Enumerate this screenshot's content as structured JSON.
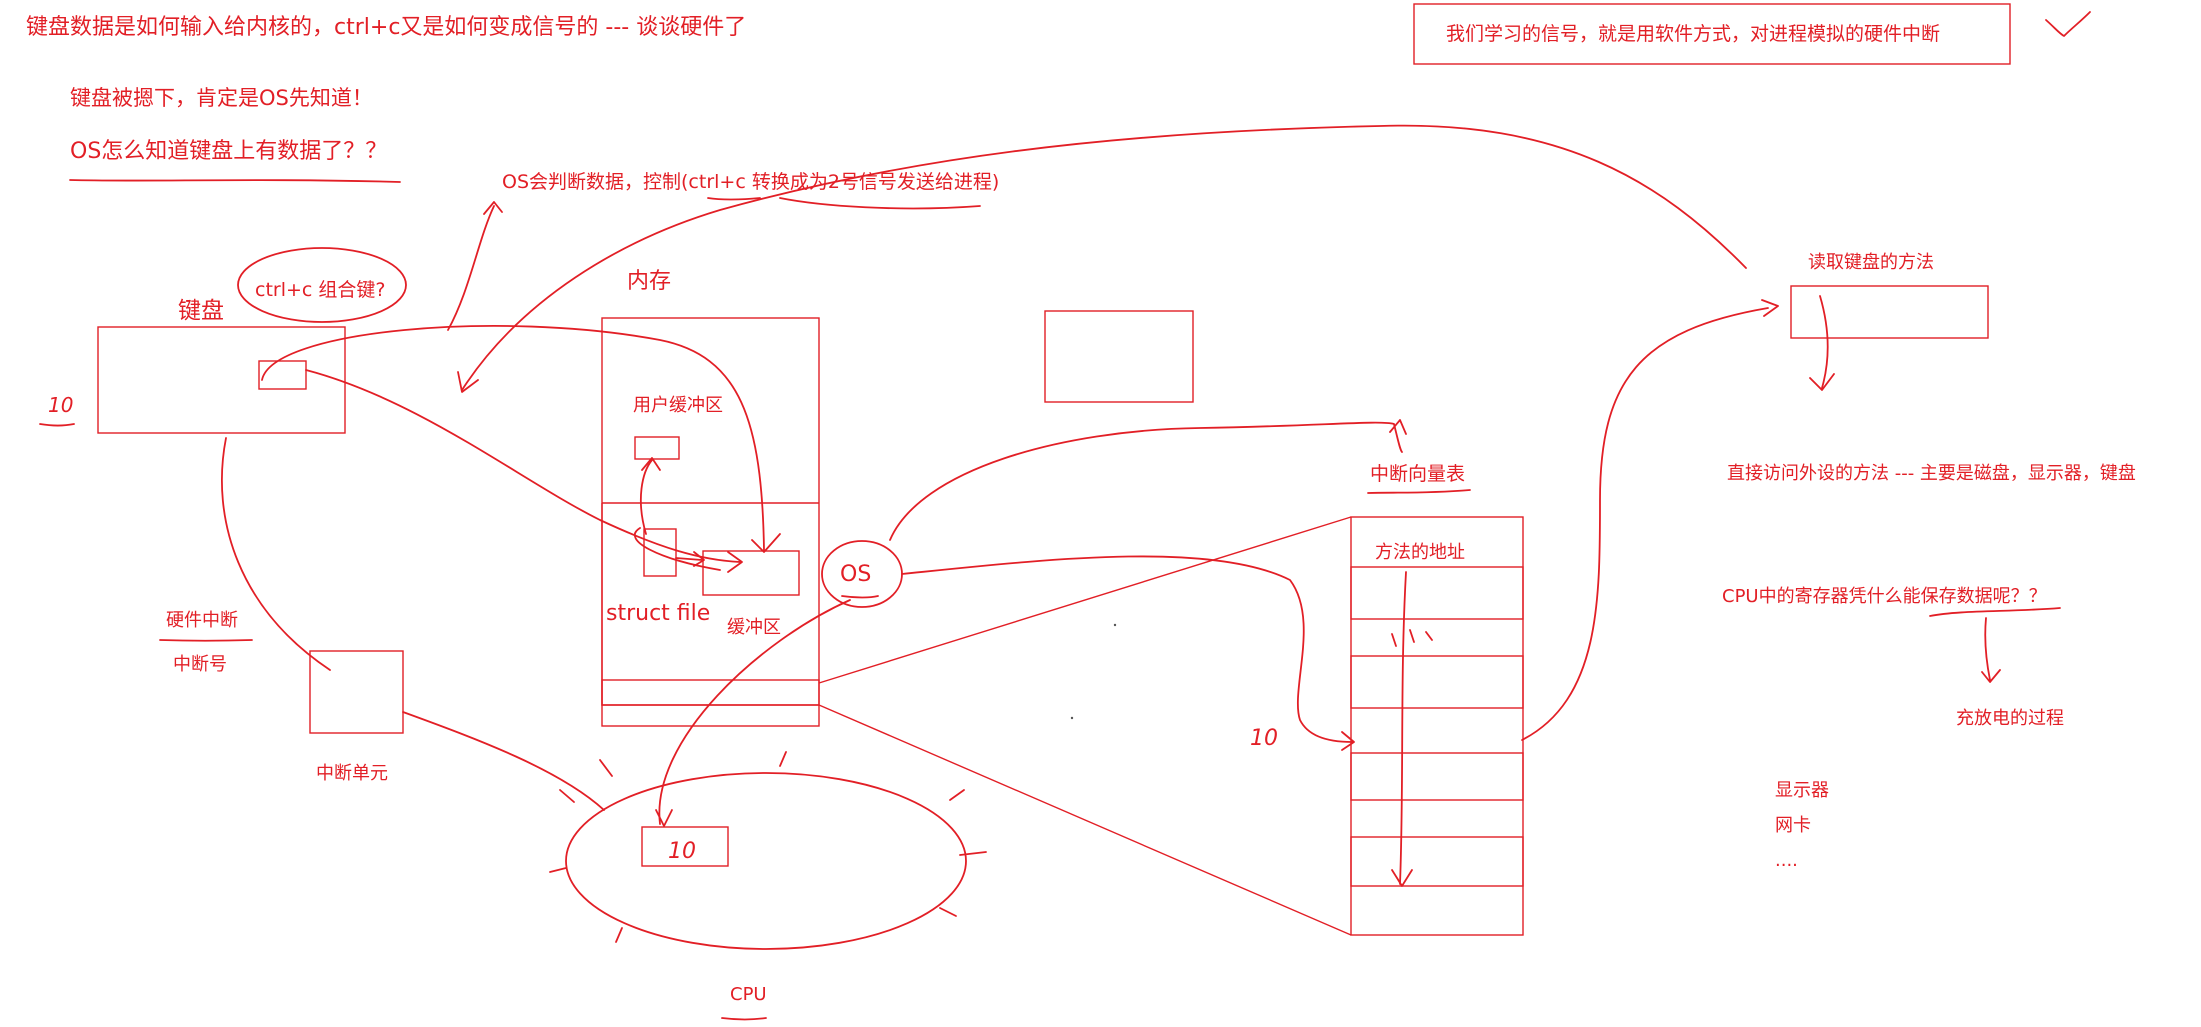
{
  "colors": {
    "ink": "#e21f26",
    "background": "#ffffff"
  },
  "texts": {
    "title": "键盘数据是如何输入给内核的，ctrl+c又是如何变成信号的 --- 谈谈硬件了",
    "note_box": "我们学习的信号，就是用软件方式，对进程模拟的硬件中断",
    "os_first": "键盘被摁下，肯定是OS先知道！",
    "os_how": "OS怎么知道键盘上有数据了？？",
    "os_judge": "OS会判断数据，控制(ctrl+c 转换成为2号信号发送给进程)",
    "ctrlc_combo": "ctrl+c 组合键?",
    "keyboard": "键盘",
    "memory": "内存",
    "user_buffer": "用户缓冲区",
    "struct_file": "struct file",
    "buffer": "缓冲区",
    "os": "OS",
    "hw_interrupt": "硬件中断",
    "interrupt_number": "中断号",
    "interrupt_unit": "中断单元",
    "cpu": "CPU",
    "cpu_id": "10",
    "keyboard_id": "10",
    "table_id": "10",
    "ivt": "中断向量表",
    "method_addr": "方法的地址",
    "read_kb_method": "读取键盘的方法",
    "direct_access": "直接访问外设的方法 --- 主要是磁盘，显示器，键盘",
    "cpu_registers": "CPU中的寄存器凭什么能保存数据呢？？",
    "charge": "充放电的过程",
    "device_display": "显示器",
    "device_nic": "网卡",
    "device_more": "...."
  }
}
